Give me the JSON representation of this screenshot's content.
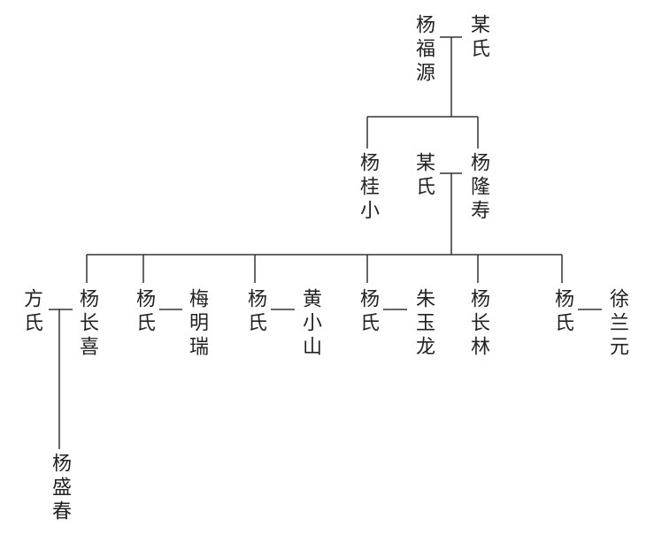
{
  "generation1": {
    "husband": "杨福源",
    "wife": "某氏"
  },
  "generation2": {
    "child1": "杨桂小",
    "wife": "某氏",
    "child2": "杨隆寿"
  },
  "generation3": [
    {
      "spouse": "方氏",
      "name": "杨长喜"
    },
    {
      "name": "杨氏",
      "spouse": "梅明瑞"
    },
    {
      "name": "杨氏",
      "spouse": "黄小山"
    },
    {
      "name": "杨氏",
      "spouse": "朱玉龙"
    },
    {
      "name": "杨长林"
    },
    {
      "name": "杨氏",
      "spouse": "徐兰元"
    }
  ],
  "generation4": {
    "name": "杨盛春"
  }
}
